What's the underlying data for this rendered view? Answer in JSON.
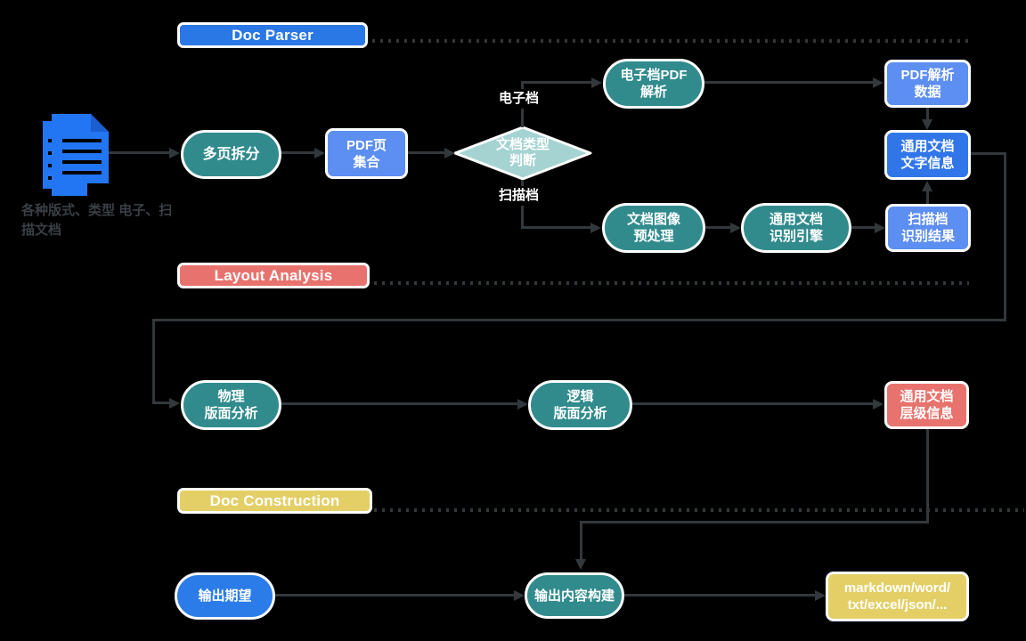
{
  "sections": {
    "doc_parser": {
      "label": "Doc Parser"
    },
    "layout_analysis": {
      "label": "Layout Analysis"
    },
    "doc_construction": {
      "label": "Doc Construction"
    }
  },
  "nodes": {
    "source_doc_caption": {
      "line1": "各种版式、类型",
      "line2": "电子、扫描文档"
    },
    "split": {
      "line1": "多页拆分"
    },
    "pdf_pages": {
      "line1": "PDF页",
      "line2": "集合"
    },
    "doc_type": {
      "line1": "文档类型",
      "line2": "判断"
    },
    "epdf_parse": {
      "line1": "电子档PDF",
      "line2": "解析"
    },
    "pdf_parse_data": {
      "line1": "PDF解析",
      "line2": "数据"
    },
    "doc_text_info": {
      "line1": "通用文档",
      "line2": "文字信息"
    },
    "img_preprocess": {
      "line1": "文档图像",
      "line2": "预处理"
    },
    "ocr_engine": {
      "line1": "通用文档",
      "line2": "识别引擎"
    },
    "scan_result": {
      "line1": "扫描档",
      "line2": "识别结果"
    },
    "physical_layout": {
      "line1": "物理",
      "line2": "版面分析"
    },
    "logical_layout": {
      "line1": "逻辑",
      "line2": "版面分析"
    },
    "doc_hierarchy": {
      "line1": "通用文档",
      "line2": "层级信息"
    },
    "output_expect": {
      "line1": "输出期望"
    },
    "output_build": {
      "line1": "输出内容构建"
    },
    "output_formats": {
      "line1": "markdown/word/",
      "line2": "txt/excel/json/..."
    }
  },
  "branches": {
    "electronic": {
      "label": "电子档"
    },
    "scanned": {
      "label": "扫描档"
    }
  },
  "colors": {
    "teal": "#318b8d",
    "blueHeader": "#2a77e6",
    "blueLight": "#5d8ef2",
    "blueDeep": "#3176e9",
    "blueBright": "#2b7ce9",
    "salmon": "#e8736e",
    "yellow": "#e3cf66",
    "diamondFill": "#a5d3d2",
    "iconBlue": "#2376f3",
    "iconBlueDark": "#1b5ed0",
    "line": "#32383c",
    "captionText": "#3a3f46"
  }
}
